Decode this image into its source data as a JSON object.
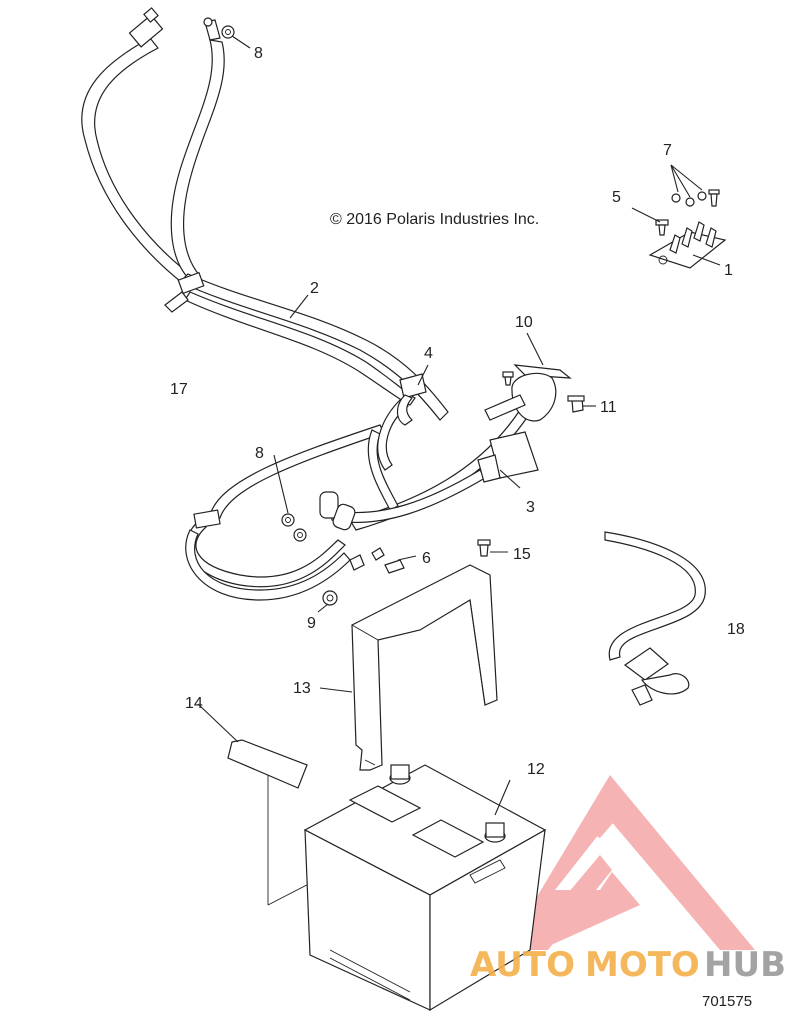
{
  "copyright": "© 2016 Polaris Industries Inc.",
  "part_number": "701575",
  "watermark": {
    "text_auto": "AUTO",
    "text_moto": "MOTO",
    "text_hub": "HUB",
    "color_orange": "#f5b04a",
    "color_gray": "#9a9a9a",
    "color_logo": "#f29a9a"
  },
  "callouts": [
    {
      "id": "c1",
      "label": "1"
    },
    {
      "id": "c2",
      "label": "2"
    },
    {
      "id": "c3",
      "label": "3"
    },
    {
      "id": "c4",
      "label": "4"
    },
    {
      "id": "c5",
      "label": "5"
    },
    {
      "id": "c6",
      "label": "6"
    },
    {
      "id": "c7",
      "label": "7"
    },
    {
      "id": "c8a",
      "label": "8"
    },
    {
      "id": "c8b",
      "label": "8"
    },
    {
      "id": "c9",
      "label": "9"
    },
    {
      "id": "c10",
      "label": "10"
    },
    {
      "id": "c11",
      "label": "11"
    },
    {
      "id": "c12",
      "label": "12"
    },
    {
      "id": "c13",
      "label": "13"
    },
    {
      "id": "c14",
      "label": "14"
    },
    {
      "id": "c15",
      "label": "15"
    },
    {
      "id": "c17",
      "label": "17"
    },
    {
      "id": "c18",
      "label": "18"
    }
  ]
}
